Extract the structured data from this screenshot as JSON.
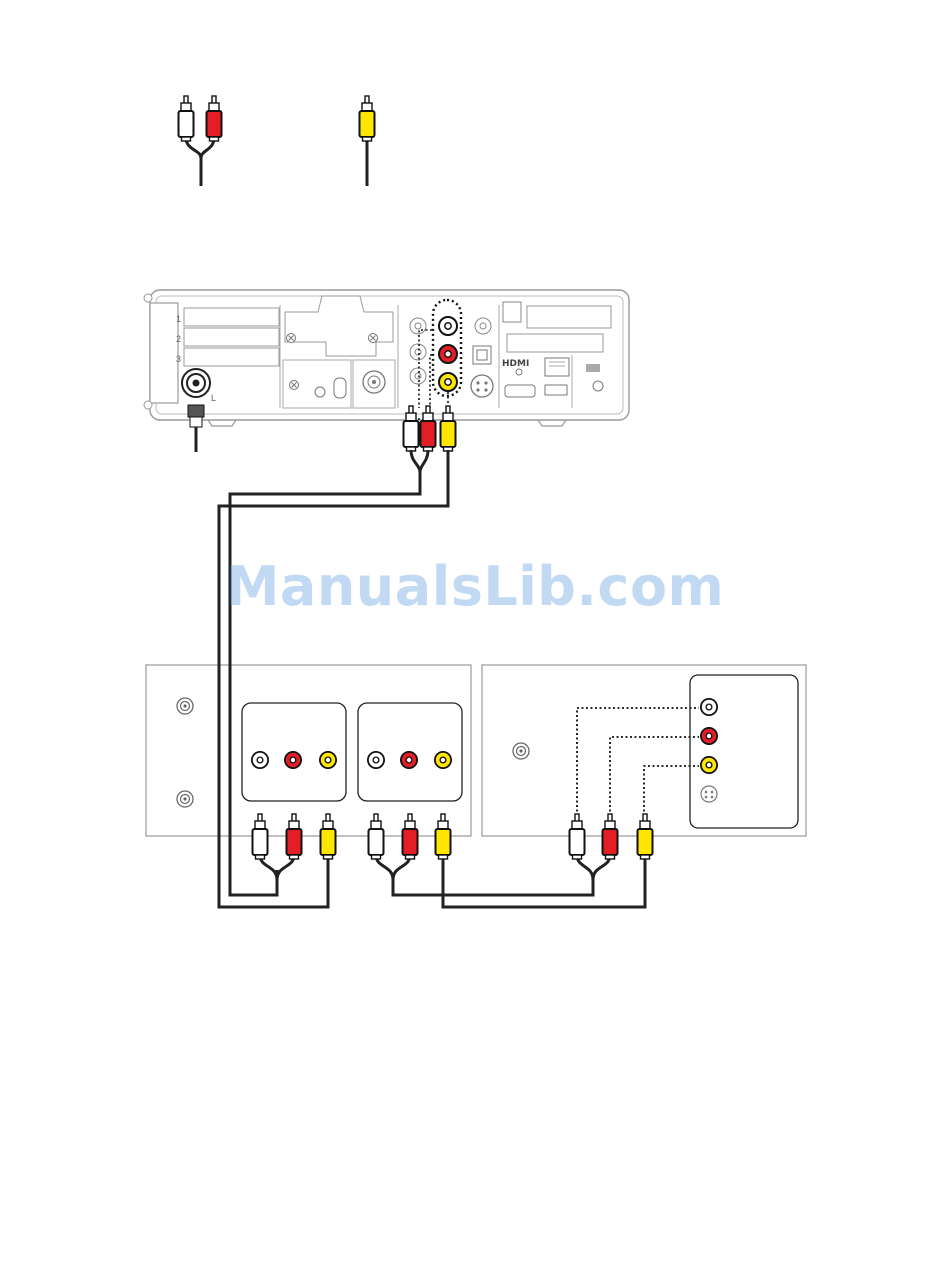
{
  "watermark": {
    "text": "ManualsLib.com"
  },
  "set_top_box": {
    "slot_labels": [
      "1",
      "2",
      "3"
    ],
    "hdmi_label": "HDMI",
    "coax_label": "L"
  },
  "colors": {
    "white_plug": "#ffffff",
    "red_plug": "#e31e24",
    "yellow_plug": "#ffe600",
    "cable": "#222222",
    "panel_stroke": "#a0a0a0"
  },
  "icons": [
    "audio-rca-cable-icon",
    "video-rca-cable-icon",
    "coax-connector-icon",
    "svideo-port-icon",
    "ethernet-port-icon",
    "usb-port-icon",
    "optical-port-icon"
  ]
}
